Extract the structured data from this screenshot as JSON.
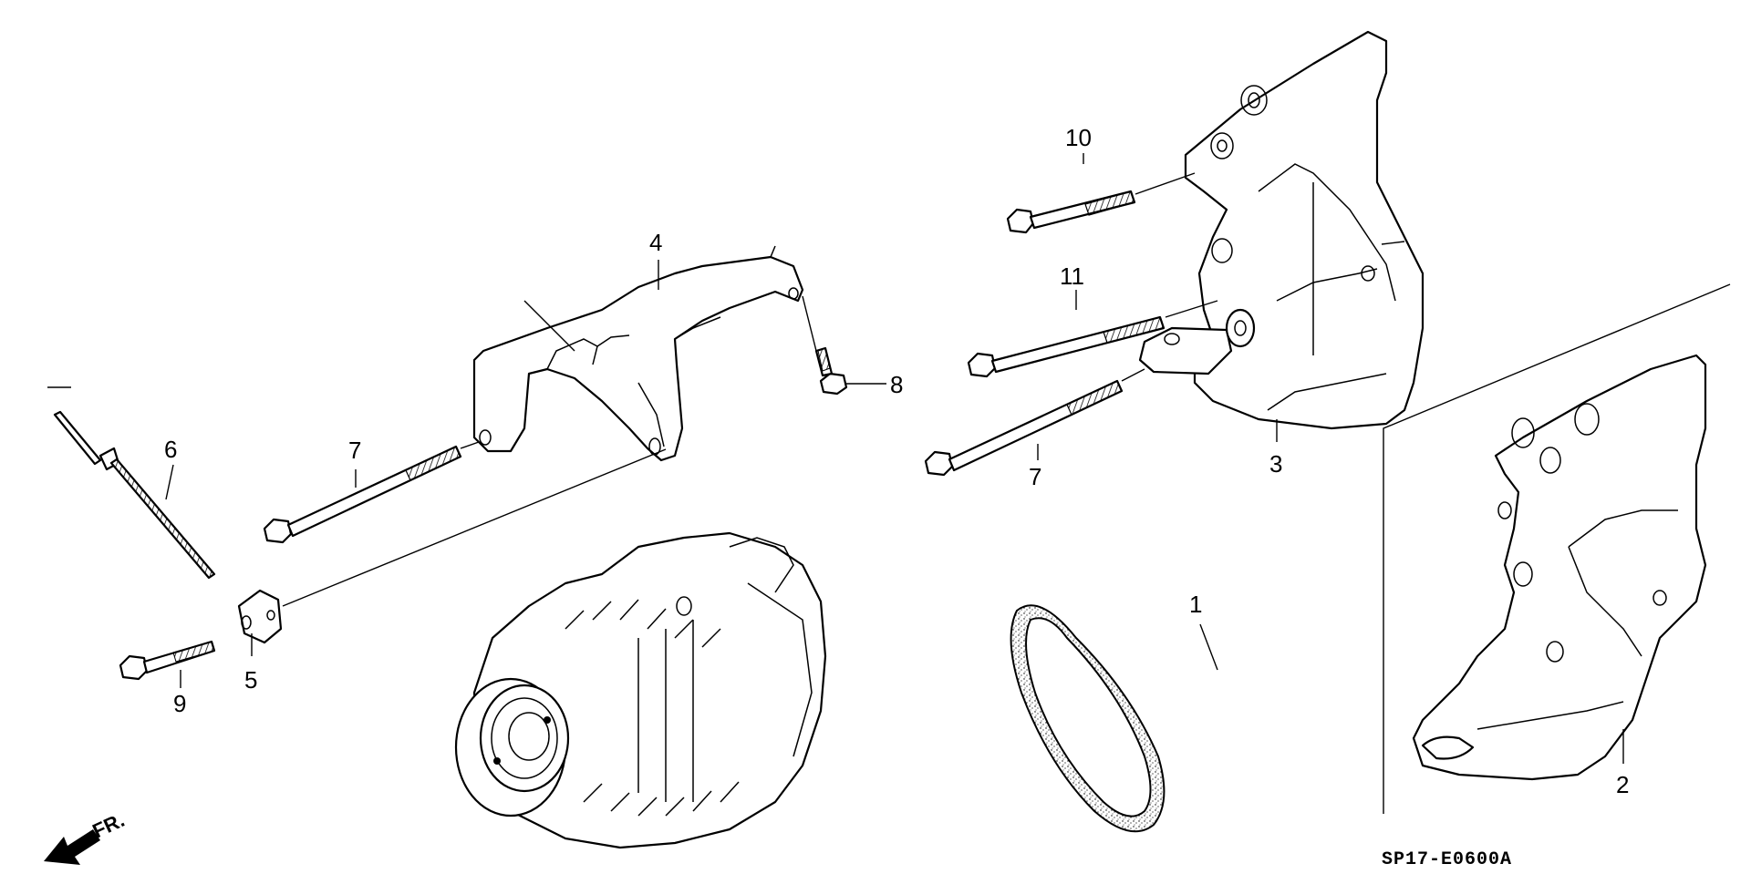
{
  "diagram": {
    "callouts": [
      {
        "id": "1",
        "text": "1"
      },
      {
        "id": "2",
        "text": "2"
      },
      {
        "id": "3",
        "text": "3"
      },
      {
        "id": "4",
        "text": "4"
      },
      {
        "id": "5",
        "text": "5"
      },
      {
        "id": "6",
        "text": "6"
      },
      {
        "id": "7a",
        "text": "7"
      },
      {
        "id": "7b",
        "text": "7"
      },
      {
        "id": "8",
        "text": "8"
      },
      {
        "id": "9",
        "text": "9"
      },
      {
        "id": "10",
        "text": "10"
      },
      {
        "id": "11",
        "text": "11"
      }
    ],
    "direction_label": "FR.",
    "drawing_code": "SP17-E0600A"
  }
}
